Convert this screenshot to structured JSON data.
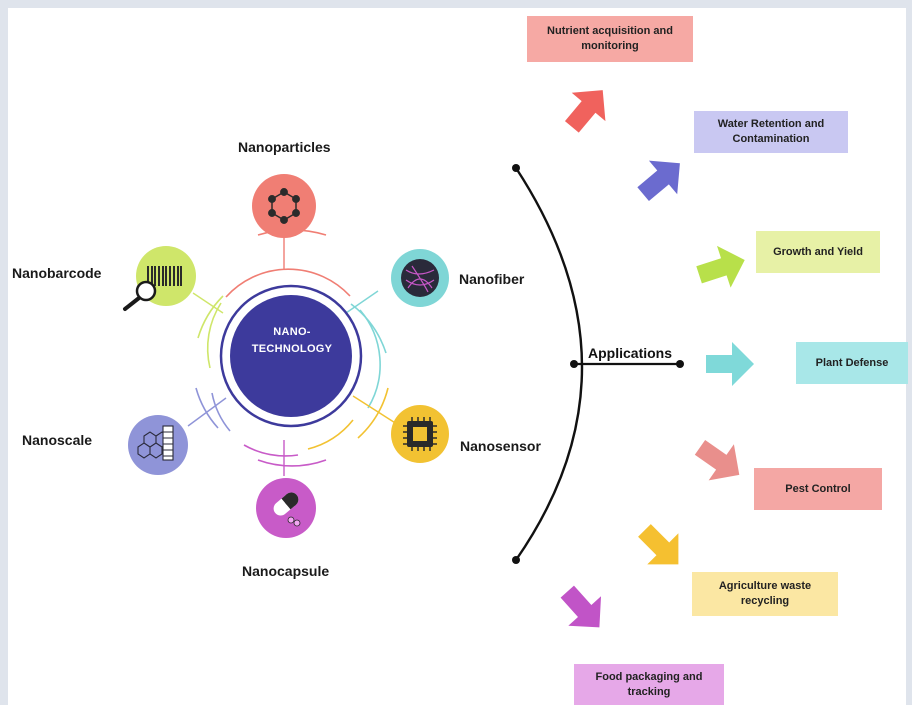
{
  "center": {
    "line1": "NANO-",
    "line2": "TECHNOLOGY",
    "color": "#3d3a9c"
  },
  "nodes": [
    {
      "label": "Nanoparticles",
      "icon": "molecule-ring-icon",
      "color": "#f07e74"
    },
    {
      "label": "Nanofiber",
      "icon": "fiber-mesh-icon",
      "color": "#7fd6d6"
    },
    {
      "label": "Nanosensor",
      "icon": "chip-icon",
      "color": "#f2c232"
    },
    {
      "label": "Nanocapsule",
      "icon": "capsule-icon",
      "color": "#c85bc8"
    },
    {
      "label": "Nanoscale",
      "icon": "lattice-icon",
      "color": "#8f94d8"
    },
    {
      "label": "Nanobarcode",
      "icon": "barcode-magnifier-icon",
      "color": "#cfe66a"
    }
  ],
  "applications_label": "Applications",
  "applications": [
    {
      "label": "Nutrient acquisition and monitoring",
      "color": "#f6a9a4",
      "arrow": "#f0625d"
    },
    {
      "label": "Water Retention and Contamination",
      "color": "#c9c8f2",
      "arrow": "#6b6bcf"
    },
    {
      "label": "Growth and Yield",
      "color": "#e7f1a6",
      "arrow": "#b8e04a"
    },
    {
      "label": "Plant Defense",
      "color": "#a8e7e8",
      "arrow": "#7fd9d9"
    },
    {
      "label": "Pest Control",
      "color": "#f4a7a4",
      "arrow": "#e98f8c"
    },
    {
      "label": "Agriculture waste recycling",
      "color": "#fbe7a3",
      "arrow": "#f5c030"
    },
    {
      "label": "Food packaging and tracking",
      "color": "#e6a8e8",
      "arrow": "#c154c7"
    }
  ]
}
